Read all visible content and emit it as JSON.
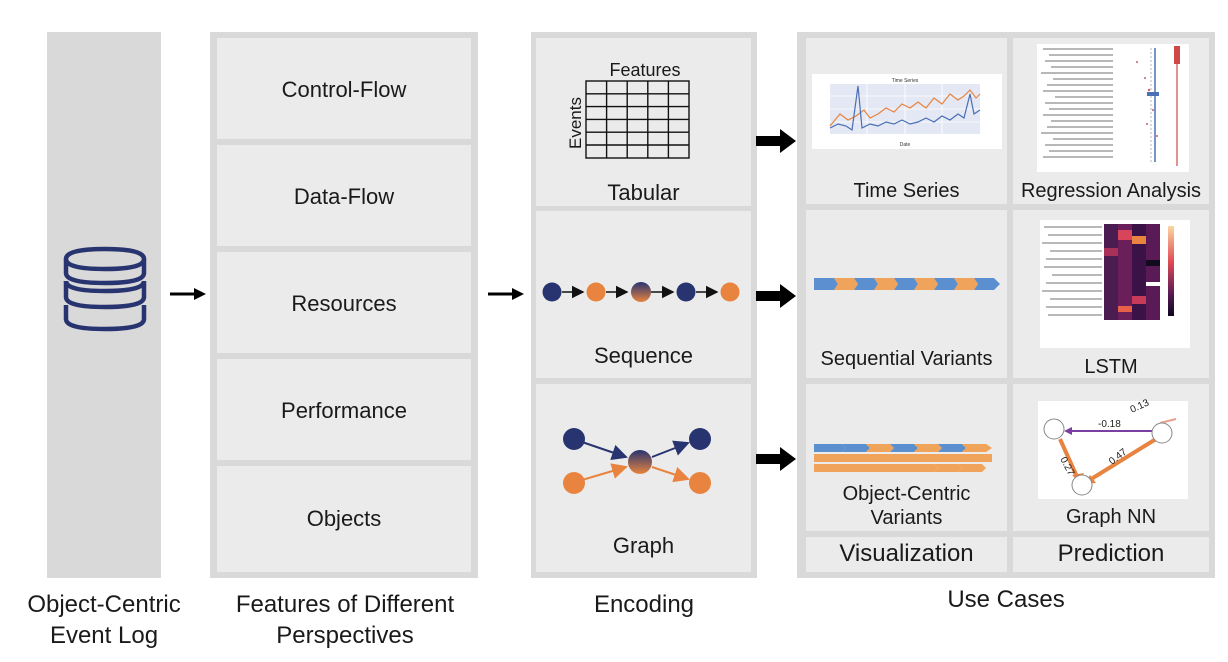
{
  "captions": {
    "log": [
      "Object-Centric",
      "Event Log"
    ],
    "features": [
      "Features of Different",
      "Perspectives"
    ],
    "encoding": "Encoding",
    "use_cases": "Use Cases"
  },
  "perspectives": [
    "Control-Flow",
    "Data-Flow",
    "Resources",
    "Performance",
    "Objects"
  ],
  "encodings": {
    "tabular": {
      "label": "Tabular",
      "axis_x": "Features",
      "axis_y": "Events"
    },
    "sequence": {
      "label": "Sequence"
    },
    "graph": {
      "label": "Graph"
    }
  },
  "use_cases": {
    "time_series": "Time Series",
    "regression": "Regression Analysis",
    "seq_variants": "Sequential Variants",
    "lstm": "LSTM",
    "oc_variants": [
      "Object-Centric",
      "Variants"
    ],
    "graph_nn": "Graph NN",
    "visualization": "Visualization",
    "prediction": "Prediction",
    "thumb_time_series_title": "Time Series",
    "thumb_time_series_xlabel": "Date",
    "gnn_weights": [
      "-0.18",
      "0.13",
      "0.27",
      "0.47"
    ]
  },
  "colors": {
    "navy": "#283470",
    "orange": "#e8843f",
    "panel": "#d9d9d9",
    "cell": "#ebebeb"
  }
}
